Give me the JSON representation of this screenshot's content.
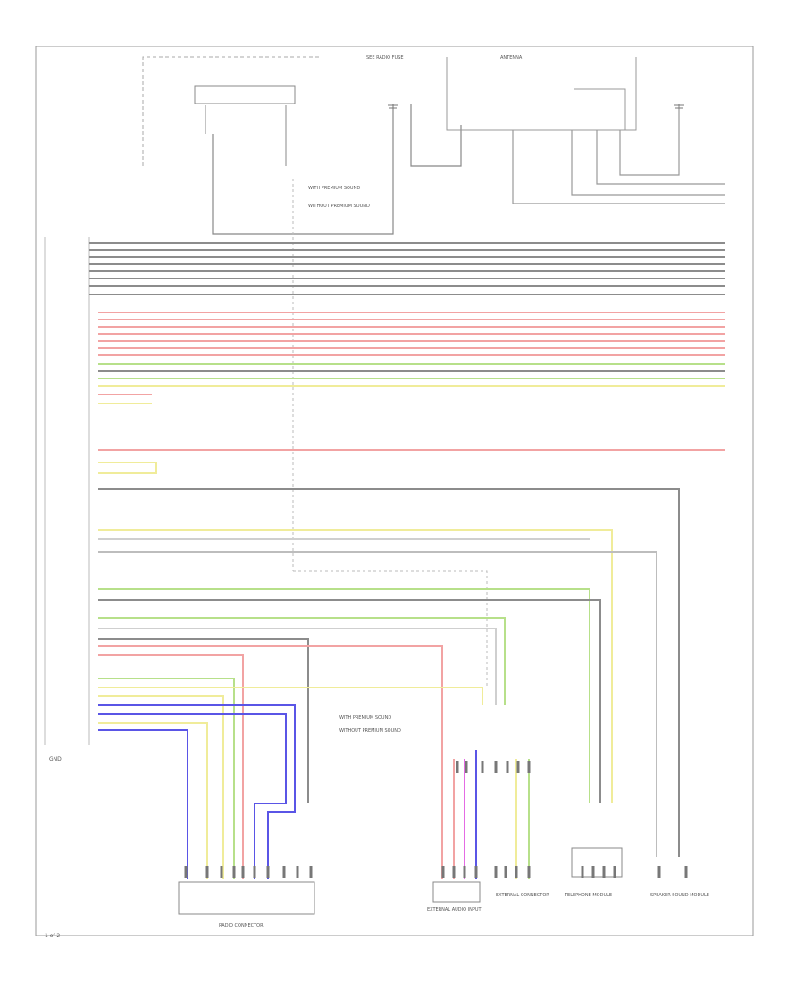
{
  "diagram": {
    "bottom_ref": "1 of 2",
    "left_ground": "GND",
    "modules": {
      "top_left_box": "",
      "radio_hybrid_module": "SEE RADIO FUSE",
      "antenna_label": "ANTENNA",
      "connector_bottom_center_left": "RADIO CONNECTOR",
      "connector_bottom_center": "EXTERNAL AUDIO INPUT",
      "connector_bottom_mid": "EXTERNAL CONNECTOR",
      "telephone_module": "TELEPHONE MODULE",
      "speaker_sound_module": "SPEAKER SOUND MODULE"
    },
    "notes": [
      "WITH PREMIUM SOUND",
      "WITHOUT PREMIUM SOUND",
      "WITH PREMIUM SOUND",
      "WITHOUT PREMIUM SOUND"
    ]
  },
  "colors": {
    "gray_wire": "#8c8c8c",
    "red_wire": "#f2a3a3",
    "green_wire": "#b7e08a",
    "yellow_wire": "#f0ec9a",
    "blue_wire": "#5a55e6",
    "magenta_wire": "#e46be4",
    "frame": "#999999"
  }
}
